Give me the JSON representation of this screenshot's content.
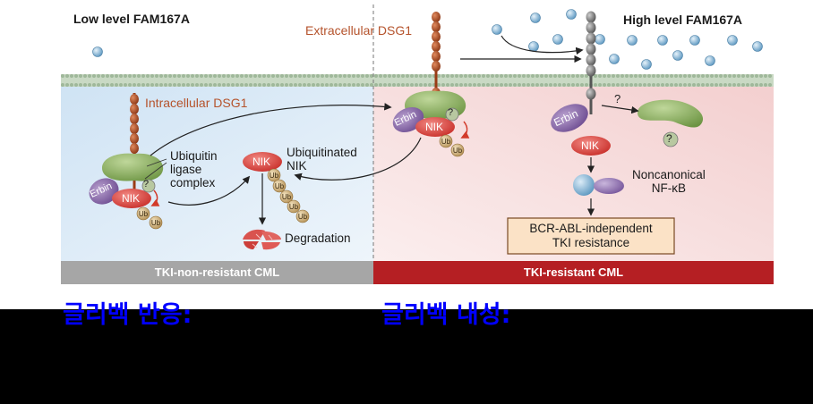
{
  "titles": {
    "low": "Low level FAM167A",
    "high": "High level FAM167A",
    "extracellular": "Extracellular DSG1",
    "intracellular": "Intracellular DSG1"
  },
  "labels": {
    "ubiquitin_ligase": [
      "Ubiquitin",
      "ligase",
      "complex"
    ],
    "ubiquitinated": [
      "Ubiquitinated",
      "NIK"
    ],
    "degradation": "Degradation",
    "noncanonical": [
      "Noncanonical",
      "NF-κB"
    ],
    "question": "?",
    "nik": "NIK",
    "erbin": "Erbin",
    "ub": "Ub"
  },
  "result_box": [
    "BCR-ABL-independent",
    "TKI resistance"
  ],
  "bars": {
    "left": "TKI-non-resistant CML",
    "right": "TKI-resistant CML"
  },
  "korean": {
    "left": "글리벡 반응:",
    "right": "글리벡 내성:"
  },
  "colors": {
    "left_panel": "#dbe9f6",
    "right_panel": "#f6dcdc",
    "left_bar": "#a6a6a6",
    "right_bar": "#b51f23",
    "dsg1_extracellular": "#b5532c",
    "dsg1_intracellular": "#a8431e",
    "nik": "#e0443f",
    "erbin": "#8e6cad",
    "ligase": "#8fb45e",
    "ub": "#d6b77f",
    "ligand": "#6aa4c8",
    "korean_text": "#0000ff"
  }
}
